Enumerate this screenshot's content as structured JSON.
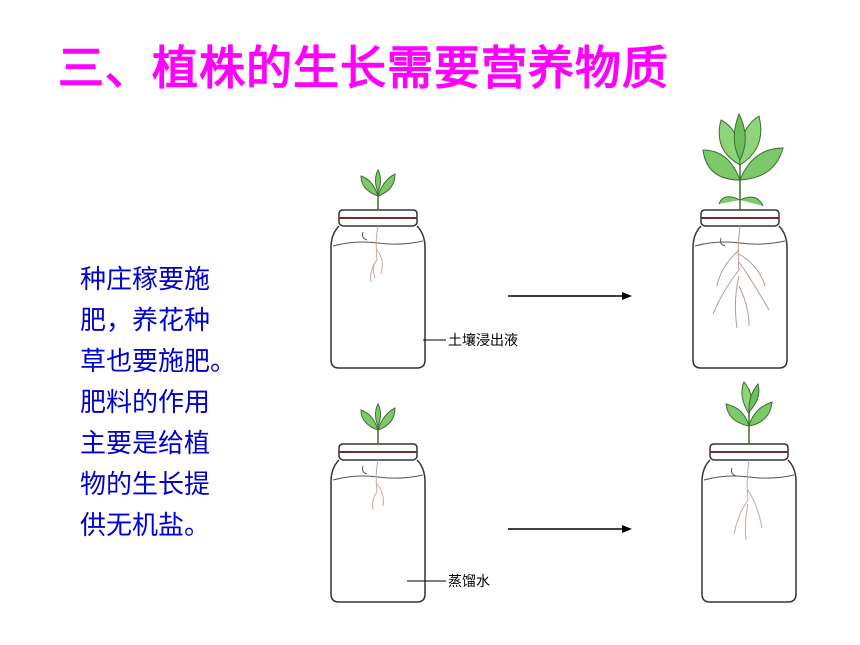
{
  "slide": {
    "title": "三、植株的生长需要营养物质",
    "body_lines": [
      "种庄稼要施",
      "肥，养花种",
      "草也要施肥。",
      "肥料的作用",
      "主要是给植",
      "物的生长提",
      "供无机盐。"
    ]
  },
  "figure": {
    "label_top": "土壤浸出液",
    "label_bottom": "蒸馏水"
  },
  "colors": {
    "title": "#ff00ff",
    "body_text": "#0000cc",
    "leaf": "#7dc96a",
    "leaf_outline": "#3d6e31",
    "jar_outline": "#333333"
  }
}
